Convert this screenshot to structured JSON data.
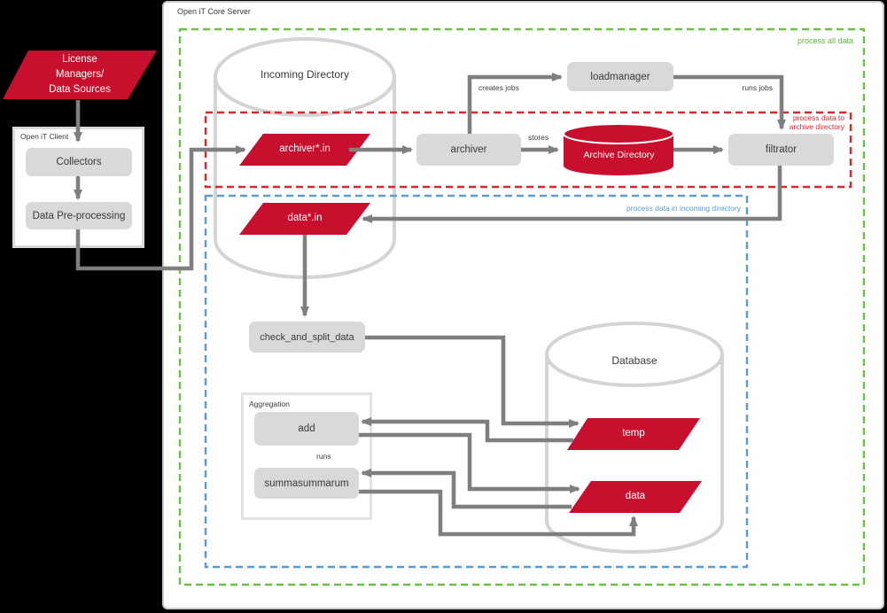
{
  "colors": {
    "brand_red": "#c8102e",
    "node_gray": "#d9d9d9",
    "arrow_gray": "#7f7f7f",
    "dash_green": "#6abf45",
    "dash_red": "#d7282f",
    "dash_blue": "#5b9bd5",
    "cylinder_stroke": "#d4d4d4"
  },
  "core_server": {
    "title": "Open iT Core Server"
  },
  "regions": {
    "all_data": {
      "label": "process all data"
    },
    "archive": {
      "line1": "process data to",
      "line2": "archive directory"
    },
    "incoming": {
      "label": "process data in incoming directory"
    }
  },
  "source": {
    "line1": "License",
    "line2": "Managers/",
    "line3": "Data Sources"
  },
  "client": {
    "title": "Open iT Client",
    "collectors": "Collectors",
    "preprocessing": "Data Pre-processing"
  },
  "incoming_directory": {
    "title": "Incoming Directory",
    "archiver_file": "archiver*.in",
    "data_file": "data*.in"
  },
  "archive_directory": {
    "title": "Archive Directory"
  },
  "database": {
    "title": "Database",
    "temp_table": "temp",
    "data_table": "data"
  },
  "processes": {
    "archiver": "archiver",
    "loadmanager": "loadmanager",
    "filtrator": "filtrator",
    "check_and_split": "check_and_split_data",
    "add": "add",
    "summasummarum": "summasummarum"
  },
  "aggregation": {
    "title": "Aggregation",
    "runs_label": "runs"
  },
  "edge_labels": {
    "creates_jobs": "creates jobs",
    "runs_jobs": "runs jobs",
    "stores": "stores"
  }
}
